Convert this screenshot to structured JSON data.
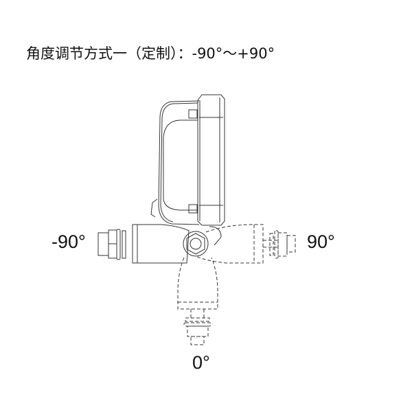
{
  "title": "角度调节方式一（定制）：-90°～+90°",
  "labels": {
    "left": "-90°",
    "right": "90°",
    "bottom": "0°"
  }
}
